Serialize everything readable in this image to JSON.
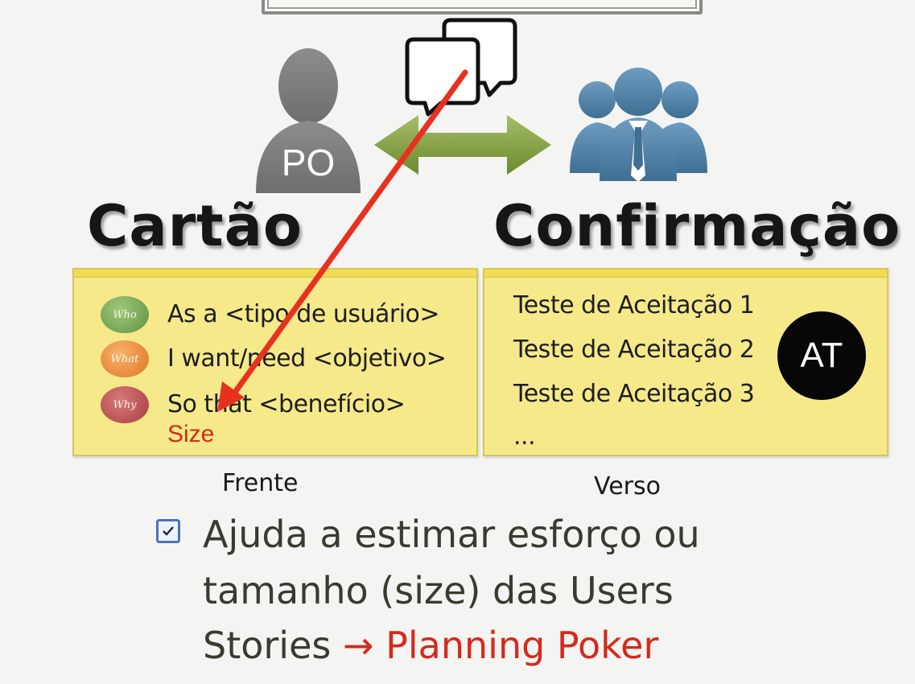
{
  "po": {
    "label": "PO"
  },
  "headings": {
    "card": "Cartão",
    "confirmation": "Confirmação"
  },
  "card_front": {
    "badges": [
      {
        "label": "Who",
        "color": "#7fb05a"
      },
      {
        "label": "What",
        "color": "#ec9440"
      },
      {
        "label": "Why",
        "color": "#c0585a"
      }
    ],
    "lines": [
      "As a <tipo de usuário>",
      "I want/need <objetivo>",
      "So that <benefício>"
    ],
    "size": "Size",
    "caption": "Frente"
  },
  "card_back": {
    "lines": [
      "Teste de Aceitação 1",
      "Teste de Aceitação 2",
      "Teste de Aceitação 3",
      "..."
    ],
    "badge": "AT",
    "caption": "Verso"
  },
  "bullet": {
    "line1": "Ajuda a estimar esforço ou",
    "line2": "tamanho (size) das Users",
    "line3_prefix": "Stories",
    "arrow": "→",
    "line3_highlight": "Planning Poker"
  },
  "colors": {
    "card_bg": "#f6e98a",
    "red_accent": "#d42a1c",
    "person_gray": "#7d7d7d",
    "team_blue": "#4f7fa3",
    "double_arrow_green": "#7f9a3e"
  },
  "icons": [
    "person-icon",
    "chat-bubbles-icon",
    "double-arrow-icon",
    "team-icon",
    "red-arrow-icon",
    "checkbox-icon"
  ]
}
